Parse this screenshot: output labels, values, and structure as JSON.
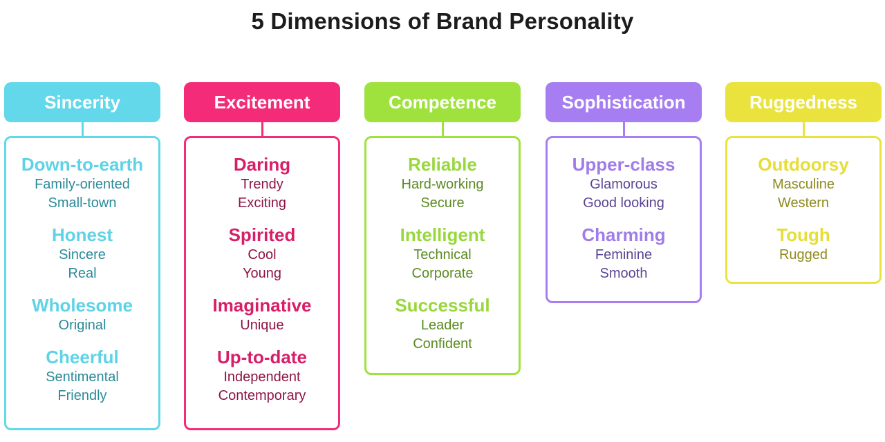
{
  "title": "5 Dimensions of Brand Personality",
  "colors": {
    "sincerity": "#62d8ea",
    "excitement": "#f42b78",
    "competence": "#9fe23e",
    "sophistication": "#a77ef1",
    "ruggedness": "#eae33d"
  },
  "dimensions": [
    {
      "name": "Sincerity",
      "groups": [
        {
          "trait": "Down-to-earth",
          "facets": [
            "Family-oriented",
            "Small-town"
          ]
        },
        {
          "trait": "Honest",
          "facets": [
            "Sincere",
            "Real"
          ]
        },
        {
          "trait": "Wholesome",
          "facets": [
            "Original"
          ]
        },
        {
          "trait": "Cheerful",
          "facets": [
            "Sentimental",
            "Friendly"
          ]
        }
      ]
    },
    {
      "name": "Excitement",
      "groups": [
        {
          "trait": "Daring",
          "facets": [
            "Trendy",
            "Exciting"
          ]
        },
        {
          "trait": "Spirited",
          "facets": [
            "Cool",
            "Young"
          ]
        },
        {
          "trait": "Imaginative",
          "facets": [
            "Unique"
          ]
        },
        {
          "trait": "Up-to-date",
          "facets": [
            "Independent",
            "Contemporary"
          ]
        }
      ]
    },
    {
      "name": "Competence",
      "groups": [
        {
          "trait": "Reliable",
          "facets": [
            "Hard-working",
            "Secure"
          ]
        },
        {
          "trait": "Intelligent",
          "facets": [
            "Technical",
            "Corporate"
          ]
        },
        {
          "trait": "Successful",
          "facets": [
            "Leader",
            "Confident"
          ]
        }
      ]
    },
    {
      "name": "Sophistication",
      "groups": [
        {
          "trait": "Upper-class",
          "facets": [
            "Glamorous",
            "Good looking"
          ]
        },
        {
          "trait": "Charming",
          "facets": [
            "Feminine",
            "Smooth"
          ]
        }
      ]
    },
    {
      "name": "Ruggedness",
      "groups": [
        {
          "trait": "Outdoorsy",
          "facets": [
            "Masculine",
            "Western"
          ]
        },
        {
          "trait": "Tough",
          "facets": [
            "Rugged"
          ]
        }
      ]
    }
  ]
}
